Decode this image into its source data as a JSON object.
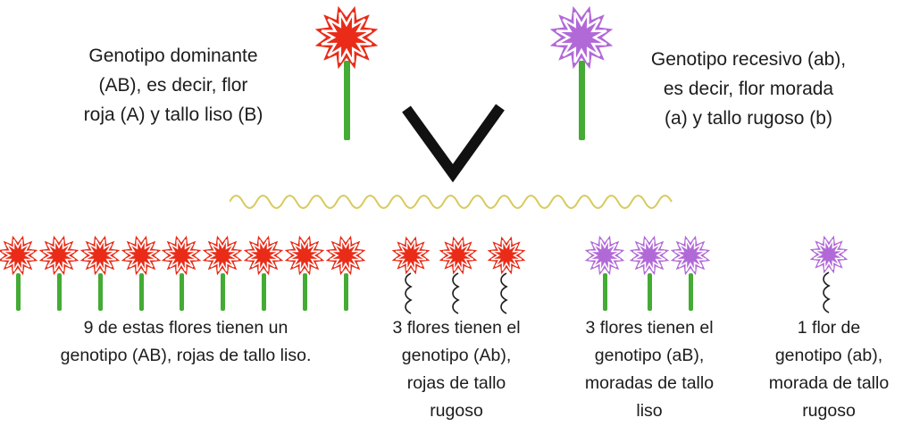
{
  "parents": {
    "dominant": {
      "lines": [
        "Genotipo dominante",
        "(AB), es decir, flor",
        "roja (A) y tallo liso (B)"
      ],
      "flower": "red",
      "stem": "liso"
    },
    "recessive": {
      "lines": [
        "Genotipo recesivo (ab),",
        "es decir, flor morada",
        "(a) y tallo rugoso (b)"
      ],
      "flower": "purple",
      "stem": "rugoso"
    }
  },
  "cross_symbol": "v-checkmark",
  "divider_style": "wavy-line",
  "offspring_groups": [
    {
      "count": 9,
      "flower_color_key": "red",
      "stem_type": "liso",
      "caption_lines": [
        "9 de estas flores tienen un",
        "genotipo (AB), rojas de tallo liso."
      ]
    },
    {
      "count": 3,
      "flower_color_key": "red",
      "stem_type": "rugoso",
      "caption_lines": [
        "3 flores tienen el",
        "genotipo (Ab),",
        "rojas de tallo",
        "rugoso"
      ]
    },
    {
      "count": 3,
      "flower_color_key": "purple",
      "stem_type": "liso",
      "caption_lines": [
        "3 flores tienen el",
        "genotipo (aB),",
        "moradas de tallo",
        "liso"
      ]
    },
    {
      "count": 1,
      "flower_color_key": "purple",
      "stem_type": "rugoso",
      "caption_lines": [
        "1 flor de",
        "genotipo (ab),",
        "morada de tallo",
        "rugoso"
      ]
    }
  ],
  "colors": {
    "red": "#e92b17",
    "purple": "#b269d8",
    "stem_green": "#44ab34",
    "divider_yellow": "#d8ca5e",
    "ink": "#111111",
    "text": "#1c1c1c"
  }
}
